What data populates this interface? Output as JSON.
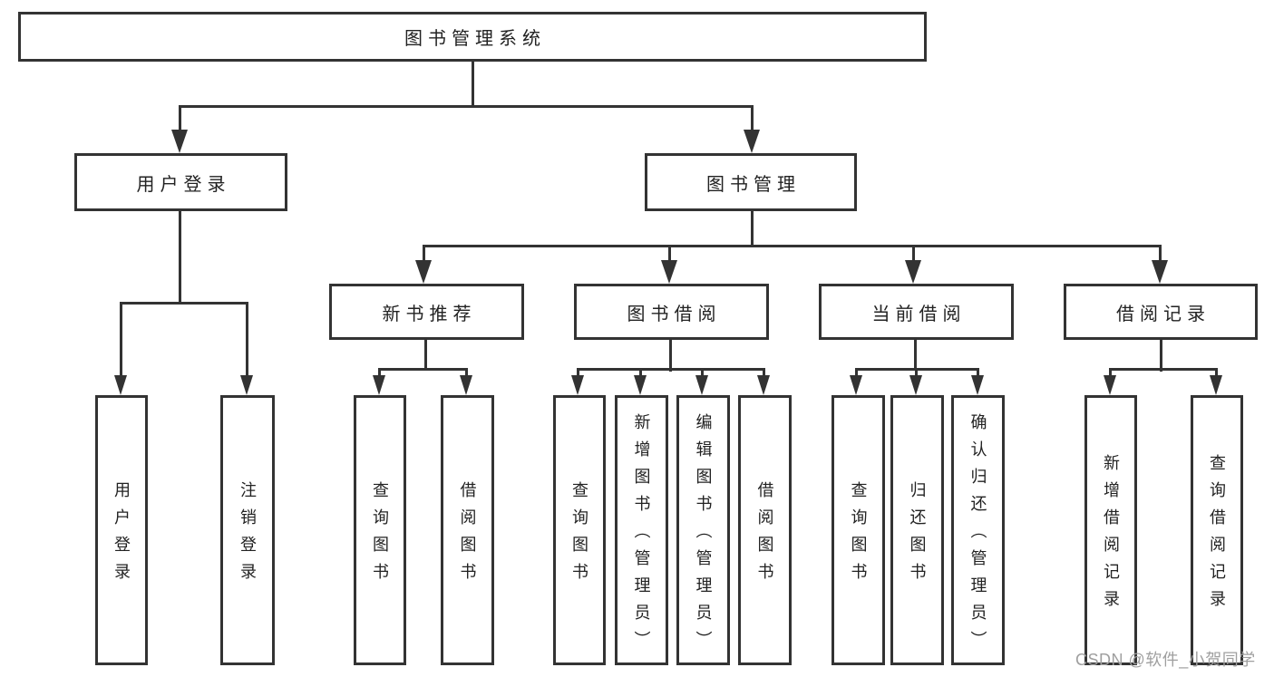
{
  "diagram": {
    "title": "图书管理系统",
    "nodes": {
      "root": "图书管理系统",
      "user_login": "用户登录",
      "book_mgmt": "图书管理",
      "new_book": "新书推荐",
      "book_borrow": "图书借阅",
      "current_borrow": "当前借阅",
      "borrow_record": "借阅记录",
      "leaf_user_login": "用户登录",
      "leaf_logout": "注销登录",
      "leaf_nb_query": "查询图书",
      "leaf_nb_borrow": "借阅图书",
      "leaf_bb_query": "查询图书",
      "leaf_bb_add": "新增图书（管理员）",
      "leaf_bb_edit": "编辑图书（管理员）",
      "leaf_bb_borrow": "借阅图书",
      "leaf_cb_query": "查询图书",
      "leaf_cb_return": "归还图书",
      "leaf_cb_confirm": "确认归还（管理员）",
      "leaf_br_add": "新增借阅记录",
      "leaf_br_query": "查询借阅记录"
    },
    "colors": {
      "line": "#333333",
      "text": "#222222",
      "background": "#ffffff",
      "watermark": "#9f9f9f"
    }
  },
  "watermark": "CSDN @软件_小贺同学"
}
